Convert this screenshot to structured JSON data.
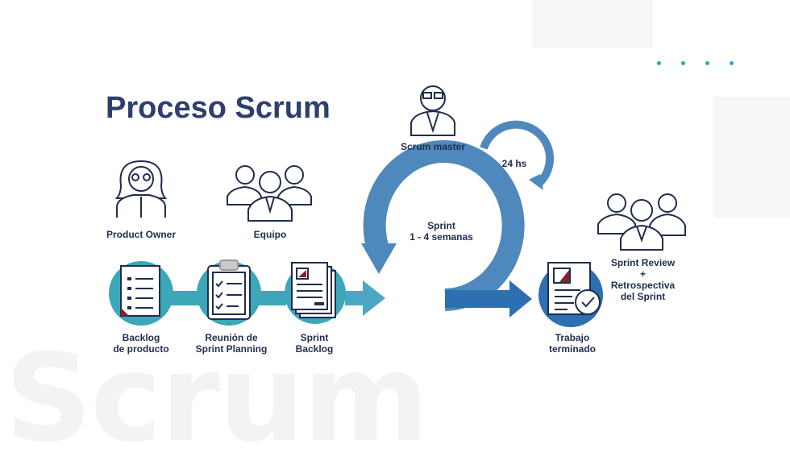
{
  "title": "Proceso Scrum",
  "watermark": "Scrum",
  "roles": {
    "product_owner": "Product Owner",
    "team": "Equipo",
    "scrum_master": "Scrum master"
  },
  "steps": {
    "backlog": "Backlog\nde producto",
    "planning": "Reunión de\nSprint Planning",
    "sprint_backlog": "Sprint\nBacklog",
    "done": "Trabajo\nterminado",
    "review": "Sprint Review\n+\nRetrospectiva\ndel Sprint"
  },
  "cycle": {
    "sprint": "Sprint\n1 - 4 semanas",
    "daily": "24 hs"
  },
  "colors": {
    "teal": "#3ba7b8",
    "arrow": "#4aa8c4",
    "cycle": "#4f88bd",
    "dark": "#2e3e6e",
    "accent": "#8a1e2e"
  },
  "icons": [
    "woman-icon",
    "team-icon",
    "man-icon",
    "document-list-icon",
    "clipboard-icon",
    "documents-stack-icon",
    "done-document-icon",
    "review-team-icon"
  ]
}
